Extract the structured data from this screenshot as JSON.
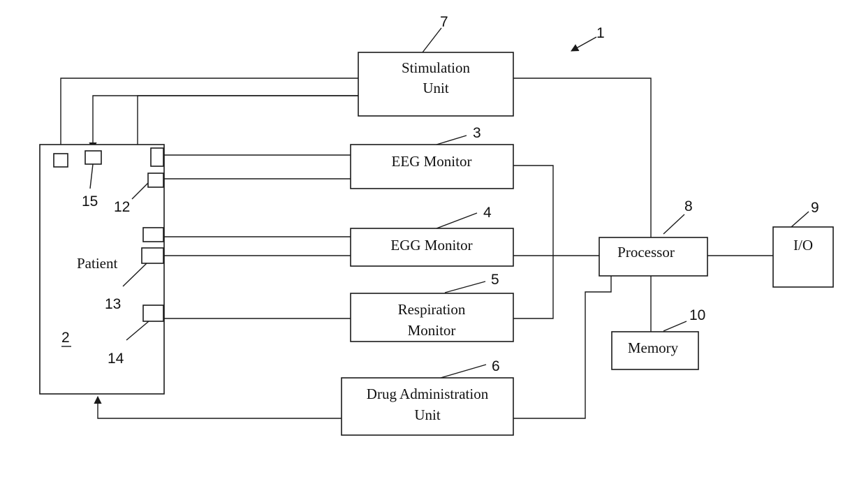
{
  "blocks": {
    "stimulation_unit": {
      "lines": [
        "Stimulation",
        "Unit"
      ],
      "ref": "7"
    },
    "eeg_monitor": {
      "lines": [
        "EEG Monitor"
      ],
      "ref": "3"
    },
    "egg_monitor": {
      "lines": [
        "EGG Monitor"
      ],
      "ref": "4"
    },
    "respiration_monitor": {
      "lines": [
        "Respiration",
        "Monitor"
      ],
      "ref": "5"
    },
    "drug_administration_unit": {
      "lines": [
        "Drug Administration",
        "Unit"
      ],
      "ref": "6"
    },
    "processor": {
      "lines": [
        "Processor"
      ],
      "ref": "8"
    },
    "io": {
      "lines": [
        "I/O"
      ],
      "ref": "9"
    },
    "memory": {
      "lines": [
        "Memory"
      ],
      "ref": "10"
    },
    "patient": {
      "lines": [
        "Patient"
      ],
      "ref": "2"
    }
  },
  "electrodes": {
    "e12": {
      "ref": "12"
    },
    "e13": {
      "ref": "13"
    },
    "e14": {
      "ref": "14"
    },
    "e15": {
      "ref": "15"
    }
  },
  "system_ref": "1"
}
